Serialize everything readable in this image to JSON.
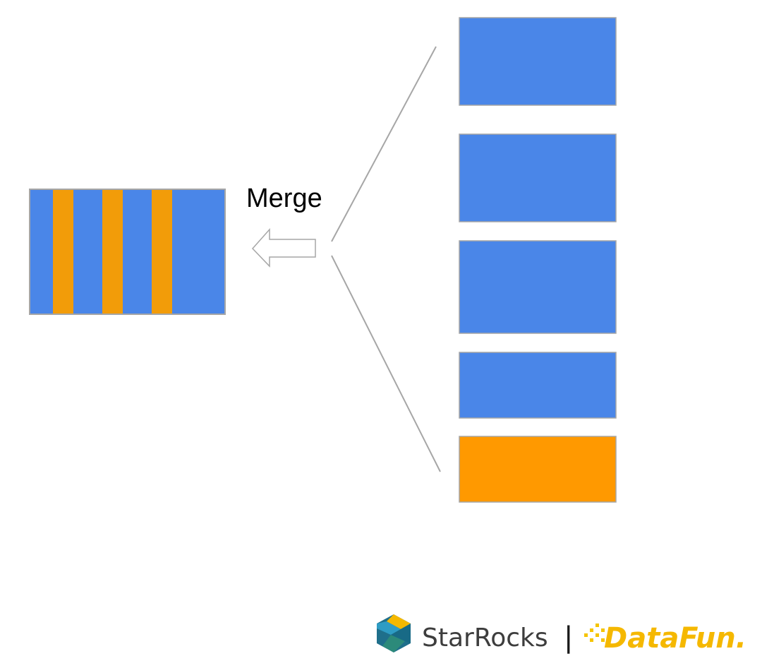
{
  "diagram": {
    "merge_label": "Merge",
    "colors": {
      "blue": "#4a86e8",
      "orange": "#f29c09",
      "orange_block": "#ff9900",
      "border": "#a6a6a6",
      "line": "#a6a6a6"
    },
    "result_block": {
      "stripe_pattern": [
        "blue",
        "orange",
        "blue",
        "orange",
        "blue",
        "orange",
        "blue"
      ]
    },
    "source_blocks": [
      "blue",
      "blue",
      "blue",
      "blue",
      "orange"
    ]
  },
  "logos": {
    "starrocks": "StarRocks",
    "separator": "|",
    "datafun": "DataFun."
  }
}
